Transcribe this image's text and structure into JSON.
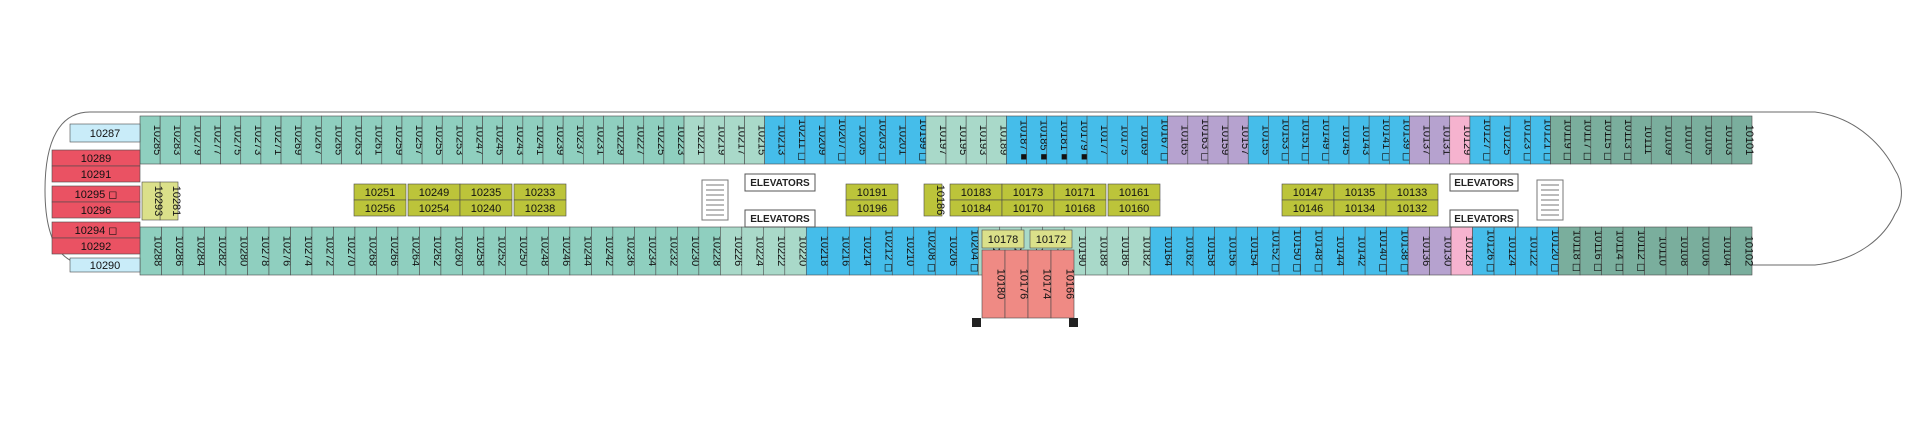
{
  "colors": {
    "teal_light": "#8fcfbf",
    "teal_mid": "#a9d9c9",
    "blue": "#45bdea",
    "dark_teal": "#7aae9d",
    "purple": "#b6a2cf",
    "pink": "#f6b3cf",
    "light_blue": "#c9ecf9",
    "red": "#ea5263",
    "salmon": "#ef8a84",
    "olive": "#bcc43a",
    "olive_light": "#dbe08a",
    "outline": "#4a4a4a"
  },
  "labels": {
    "elevators_fwd_top": "ELEVATORS",
    "elevators_fwd_bottom": "ELEVATORS",
    "elevators_mid_top": "ELEVATORS",
    "elevators_mid_bottom": "ELEVATORS"
  },
  "aft": [
    {
      "number": "10287",
      "color": "light_blue"
    },
    {
      "number": "10289",
      "color": "red"
    },
    {
      "number": "10291",
      "color": "red"
    },
    {
      "number": "10295 ◻",
      "color": "red"
    },
    {
      "number": "10296",
      "color": "red"
    },
    {
      "number": "10294 ◻",
      "color": "red"
    },
    {
      "number": "10292",
      "color": "red"
    },
    {
      "number": "10290",
      "color": "light_blue"
    }
  ],
  "top_row": [
    {
      "n": "10285",
      "c": "teal_light"
    },
    {
      "n": "10283",
      "c": "teal_light"
    },
    {
      "n": "10279",
      "c": "teal_light"
    },
    {
      "n": "10277",
      "c": "teal_light"
    },
    {
      "n": "10275",
      "c": "teal_light"
    },
    {
      "n": "10273",
      "c": "teal_light"
    },
    {
      "n": "10271",
      "c": "teal_light"
    },
    {
      "n": "10269",
      "c": "teal_light"
    },
    {
      "n": "10267",
      "c": "teal_light"
    },
    {
      "n": "10265",
      "c": "teal_light"
    },
    {
      "n": "10263",
      "c": "teal_light"
    },
    {
      "n": "10261",
      "c": "teal_light"
    },
    {
      "n": "10259",
      "c": "teal_light"
    },
    {
      "n": "10257",
      "c": "teal_light"
    },
    {
      "n": "10255",
      "c": "teal_light"
    },
    {
      "n": "10253",
      "c": "teal_light"
    },
    {
      "n": "10247",
      "c": "teal_light"
    },
    {
      "n": "10245",
      "c": "teal_light"
    },
    {
      "n": "10243",
      "c": "teal_light"
    },
    {
      "n": "10241",
      "c": "teal_light"
    },
    {
      "n": "10239",
      "c": "teal_light"
    },
    {
      "n": "10237",
      "c": "teal_light"
    },
    {
      "n": "10231",
      "c": "teal_light"
    },
    {
      "n": "10229",
      "c": "teal_light"
    },
    {
      "n": "10227",
      "c": "teal_light"
    },
    {
      "n": "10225",
      "c": "teal_light"
    },
    {
      "n": "10223",
      "c": "teal_light"
    },
    {
      "n": "10221",
      "c": "teal_mid"
    },
    {
      "n": "10219",
      "c": "teal_mid"
    },
    {
      "n": "10217",
      "c": "teal_mid"
    },
    {
      "n": "10215",
      "c": "teal_mid"
    },
    {
      "n": "10213",
      "c": "blue"
    },
    {
      "n": "10211 ◻",
      "c": "blue"
    },
    {
      "n": "10209",
      "c": "blue"
    },
    {
      "n": "10207 ◻",
      "c": "blue"
    },
    {
      "n": "10205",
      "c": "blue"
    },
    {
      "n": "10203 ◻",
      "c": "blue"
    },
    {
      "n": "10201",
      "c": "blue"
    },
    {
      "n": "10199 ◻",
      "c": "blue"
    },
    {
      "n": "10197",
      "c": "teal_mid"
    },
    {
      "n": "10195",
      "c": "teal_mid"
    },
    {
      "n": "10193",
      "c": "teal_mid"
    },
    {
      "n": "10189",
      "c": "teal_mid"
    },
    {
      "n": "10187 ■",
      "c": "blue"
    },
    {
      "n": "10185 ■",
      "c": "blue"
    },
    {
      "n": "10181 ■",
      "c": "blue"
    },
    {
      "n": "10179 ■",
      "c": "blue"
    },
    {
      "n": "10177",
      "c": "blue"
    },
    {
      "n": "10175",
      "c": "blue"
    },
    {
      "n": "10169",
      "c": "blue"
    },
    {
      "n": "10167 ◻",
      "c": "blue"
    },
    {
      "n": "10165",
      "c": "purple"
    },
    {
      "n": "10163 ◻",
      "c": "purple"
    },
    {
      "n": "10159",
      "c": "purple"
    },
    {
      "n": "10157",
      "c": "purple"
    },
    {
      "n": "10155",
      "c": "blue"
    },
    {
      "n": "10153 ◻",
      "c": "blue"
    },
    {
      "n": "10151 ◻",
      "c": "blue"
    },
    {
      "n": "10149 ◻",
      "c": "blue"
    },
    {
      "n": "10145",
      "c": "blue"
    },
    {
      "n": "10143",
      "c": "blue"
    },
    {
      "n": "10141 ◻",
      "c": "blue"
    },
    {
      "n": "10139 ◻",
      "c": "blue"
    },
    {
      "n": "10137",
      "c": "purple"
    },
    {
      "n": "10131",
      "c": "purple"
    },
    {
      "n": "10129",
      "c": "pink"
    },
    {
      "n": "10127 ◻",
      "c": "blue"
    },
    {
      "n": "10125",
      "c": "blue"
    },
    {
      "n": "10123 ◻",
      "c": "blue"
    },
    {
      "n": "10121 ◻",
      "c": "blue"
    },
    {
      "n": "10119 ◻",
      "c": "dark_teal"
    },
    {
      "n": "10117 ◻",
      "c": "dark_teal"
    },
    {
      "n": "10115 ◻",
      "c": "dark_teal"
    },
    {
      "n": "10113 ◻",
      "c": "dark_teal"
    },
    {
      "n": "10111",
      "c": "dark_teal"
    },
    {
      "n": "10109",
      "c": "dark_teal"
    },
    {
      "n": "10107",
      "c": "dark_teal"
    },
    {
      "n": "10105",
      "c": "dark_teal"
    },
    {
      "n": "10103",
      "c": "dark_teal"
    },
    {
      "n": "10101",
      "c": "dark_teal"
    }
  ],
  "bottom_row": [
    {
      "n": "10288",
      "c": "teal_light"
    },
    {
      "n": "10286",
      "c": "teal_light"
    },
    {
      "n": "10284",
      "c": "teal_light"
    },
    {
      "n": "10282",
      "c": "teal_light"
    },
    {
      "n": "10280",
      "c": "teal_light"
    },
    {
      "n": "10278",
      "c": "teal_light"
    },
    {
      "n": "10276",
      "c": "teal_light"
    },
    {
      "n": "10274",
      "c": "teal_light"
    },
    {
      "n": "10272",
      "c": "teal_light"
    },
    {
      "n": "10270",
      "c": "teal_light"
    },
    {
      "n": "10268",
      "c": "teal_light"
    },
    {
      "n": "10266",
      "c": "teal_light"
    },
    {
      "n": "10264",
      "c": "teal_light"
    },
    {
      "n": "10262",
      "c": "teal_light"
    },
    {
      "n": "10260",
      "c": "teal_light"
    },
    {
      "n": "10258",
      "c": "teal_light"
    },
    {
      "n": "10252",
      "c": "teal_light"
    },
    {
      "n": "10250",
      "c": "teal_light"
    },
    {
      "n": "10248",
      "c": "teal_light"
    },
    {
      "n": "10246",
      "c": "teal_light"
    },
    {
      "n": "10244",
      "c": "teal_light"
    },
    {
      "n": "10242",
      "c": "teal_light"
    },
    {
      "n": "10236",
      "c": "teal_light"
    },
    {
      "n": "10234",
      "c": "teal_light"
    },
    {
      "n": "10232",
      "c": "teal_light"
    },
    {
      "n": "10230",
      "c": "teal_light"
    },
    {
      "n": "10228",
      "c": "teal_light"
    },
    {
      "n": "10226",
      "c": "teal_mid"
    },
    {
      "n": "10224",
      "c": "teal_mid"
    },
    {
      "n": "10222",
      "c": "teal_mid"
    },
    {
      "n": "10220",
      "c": "teal_mid"
    },
    {
      "n": "10218",
      "c": "blue"
    },
    {
      "n": "10216",
      "c": "blue"
    },
    {
      "n": "10214",
      "c": "blue"
    },
    {
      "n": "10212 ◻",
      "c": "blue"
    },
    {
      "n": "10210",
      "c": "blue"
    },
    {
      "n": "10208 ◻",
      "c": "blue"
    },
    {
      "n": "10206",
      "c": "blue"
    },
    {
      "n": "10204 ◻",
      "c": "blue"
    },
    {
      "n": "10202",
      "c": "teal_mid"
    },
    {
      "n": "10200",
      "c": "teal_mid"
    },
    {
      "n": "10198",
      "c": "teal_mid"
    },
    {
      "n": "10194",
      "c": "teal_mid"
    },
    {
      "n": "10190",
      "c": "teal_mid"
    },
    {
      "n": "10188",
      "c": "teal_mid"
    },
    {
      "n": "10186",
      "c": "teal_mid"
    },
    {
      "n": "10182",
      "c": "teal_mid"
    },
    {
      "n": "10164",
      "c": "blue"
    },
    {
      "n": "10162",
      "c": "blue"
    },
    {
      "n": "10158",
      "c": "blue"
    },
    {
      "n": "10156",
      "c": "blue"
    },
    {
      "n": "10154",
      "c": "blue"
    },
    {
      "n": "10152 ◻",
      "c": "blue"
    },
    {
      "n": "10150 ◻",
      "c": "blue"
    },
    {
      "n": "10148 ◻",
      "c": "blue"
    },
    {
      "n": "10144",
      "c": "blue"
    },
    {
      "n": "10142",
      "c": "blue"
    },
    {
      "n": "10140 ◻",
      "c": "blue"
    },
    {
      "n": "10138 ◻",
      "c": "blue"
    },
    {
      "n": "10136",
      "c": "purple"
    },
    {
      "n": "10130",
      "c": "purple"
    },
    {
      "n": "10128",
      "c": "pink"
    },
    {
      "n": "10126 ◻",
      "c": "blue"
    },
    {
      "n": "10124",
      "c": "blue"
    },
    {
      "n": "10122",
      "c": "blue"
    },
    {
      "n": "10120 ◻",
      "c": "blue"
    },
    {
      "n": "10118 ◻",
      "c": "dark_teal"
    },
    {
      "n": "10116 ◻",
      "c": "dark_teal"
    },
    {
      "n": "10114 ◻",
      "c": "dark_teal"
    },
    {
      "n": "10112 ◻",
      "c": "dark_teal"
    },
    {
      "n": "10110",
      "c": "dark_teal"
    },
    {
      "n": "10108",
      "c": "dark_teal"
    },
    {
      "n": "10106",
      "c": "dark_teal"
    },
    {
      "n": "10104",
      "c": "dark_teal"
    },
    {
      "n": "10102",
      "c": "dark_teal"
    }
  ],
  "salmon_block": [
    "10180",
    "10176",
    "10174",
    "10166"
  ],
  "salmon_top": [
    "10178",
    "10172"
  ],
  "aft_inner": [
    "10281",
    "10293"
  ],
  "center_pairs": [
    {
      "top": "10251",
      "bottom": "10256"
    },
    {
      "top": "10249",
      "bottom": "10254"
    },
    {
      "top": "10235",
      "bottom": "10240"
    },
    {
      "top": "10233",
      "bottom": "10238"
    },
    {
      "top": "10191",
      "bottom": "10196"
    },
    {
      "top": "10183",
      "bottom": "10184"
    },
    {
      "top": "10173",
      "bottom": "10170"
    },
    {
      "top": "10171",
      "bottom": "10168"
    },
    {
      "top": "10161",
      "bottom": "10160"
    },
    {
      "top": "10147",
      "bottom": "10146"
    },
    {
      "top": "10135",
      "bottom": "10134"
    },
    {
      "top": "10133",
      "bottom": "10132"
    }
  ],
  "center_single": "10186"
}
